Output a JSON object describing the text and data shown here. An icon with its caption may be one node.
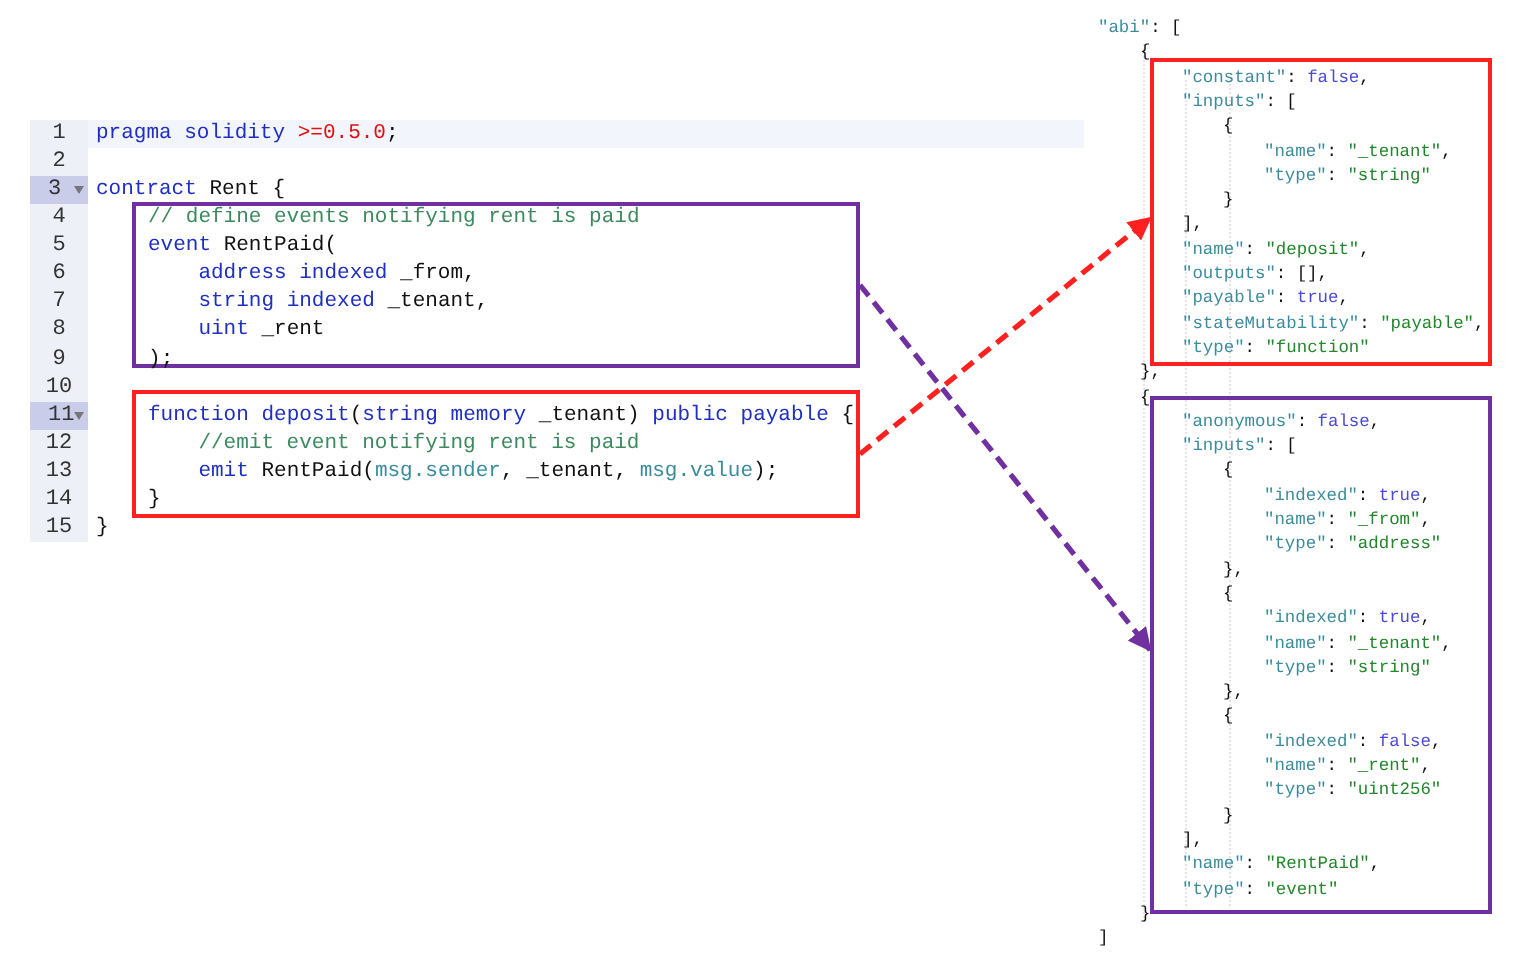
{
  "diagram": {
    "nodes": [
      {
        "text": [
          "// define events notifying rent is paid",
          "event RentPaid(",
          "address indexed _from,",
          "string indexed _tenant,",
          "uint _rent",
          ");"
        ]
      },
      {
        "text": [
          "function deposit(string memory _tenant) public payable {",
          "//emit event notifying rent is paid",
          "emit RentPaid(msg.sender, _tenant, msg.value);",
          "}"
        ]
      },
      {
        "text": [
          "\"constant\": false,",
          "\"inputs\": [",
          "{",
          "\"name\": \"_tenant\",",
          "\"type\": \"string\"",
          "}",
          "],",
          "\"name\": \"deposit\",",
          "\"outputs\": [],",
          "\"payable\": true,",
          "\"stateMutability\": \"payable\",",
          "\"type\": \"function\""
        ]
      },
      {
        "text": [
          "\"anonymous\": false,",
          "\"inputs\": [",
          "{",
          "\"indexed\": true,",
          "\"name\": \"_from\",",
          "\"type\": \"address\"",
          "},",
          "{",
          "\"indexed\": true,",
          "\"name\": \"_tenant\",",
          "\"type\": \"string\"",
          "},",
          "{",
          "\"indexed\": false,",
          "\"name\": \"_rent\",",
          "\"type\": \"uint256\"",
          "}",
          "],",
          "\"name\": \"RentPaid\",",
          "\"type\": \"event\""
        ]
      }
    ],
    "edges": [
      {
        "from": 1,
        "to": 2,
        "arrow": "to",
        "style": "dashed",
        "color": "#ff2020"
      },
      {
        "from": 0,
        "to": 3,
        "arrow": "to",
        "style": "dashed",
        "color": "#7030a0"
      }
    ],
    "labels": [
      "1",
      "2",
      "3",
      "4",
      "5",
      "6",
      "7",
      "8",
      "9",
      "10",
      "11",
      "12",
      "13",
      "14",
      "15",
      "pragma solidity >=0.5.0;",
      "contract Rent {",
      "}",
      "\"abi\": [",
      "{",
      "},",
      "{",
      "}",
      "]"
    ]
  }
}
